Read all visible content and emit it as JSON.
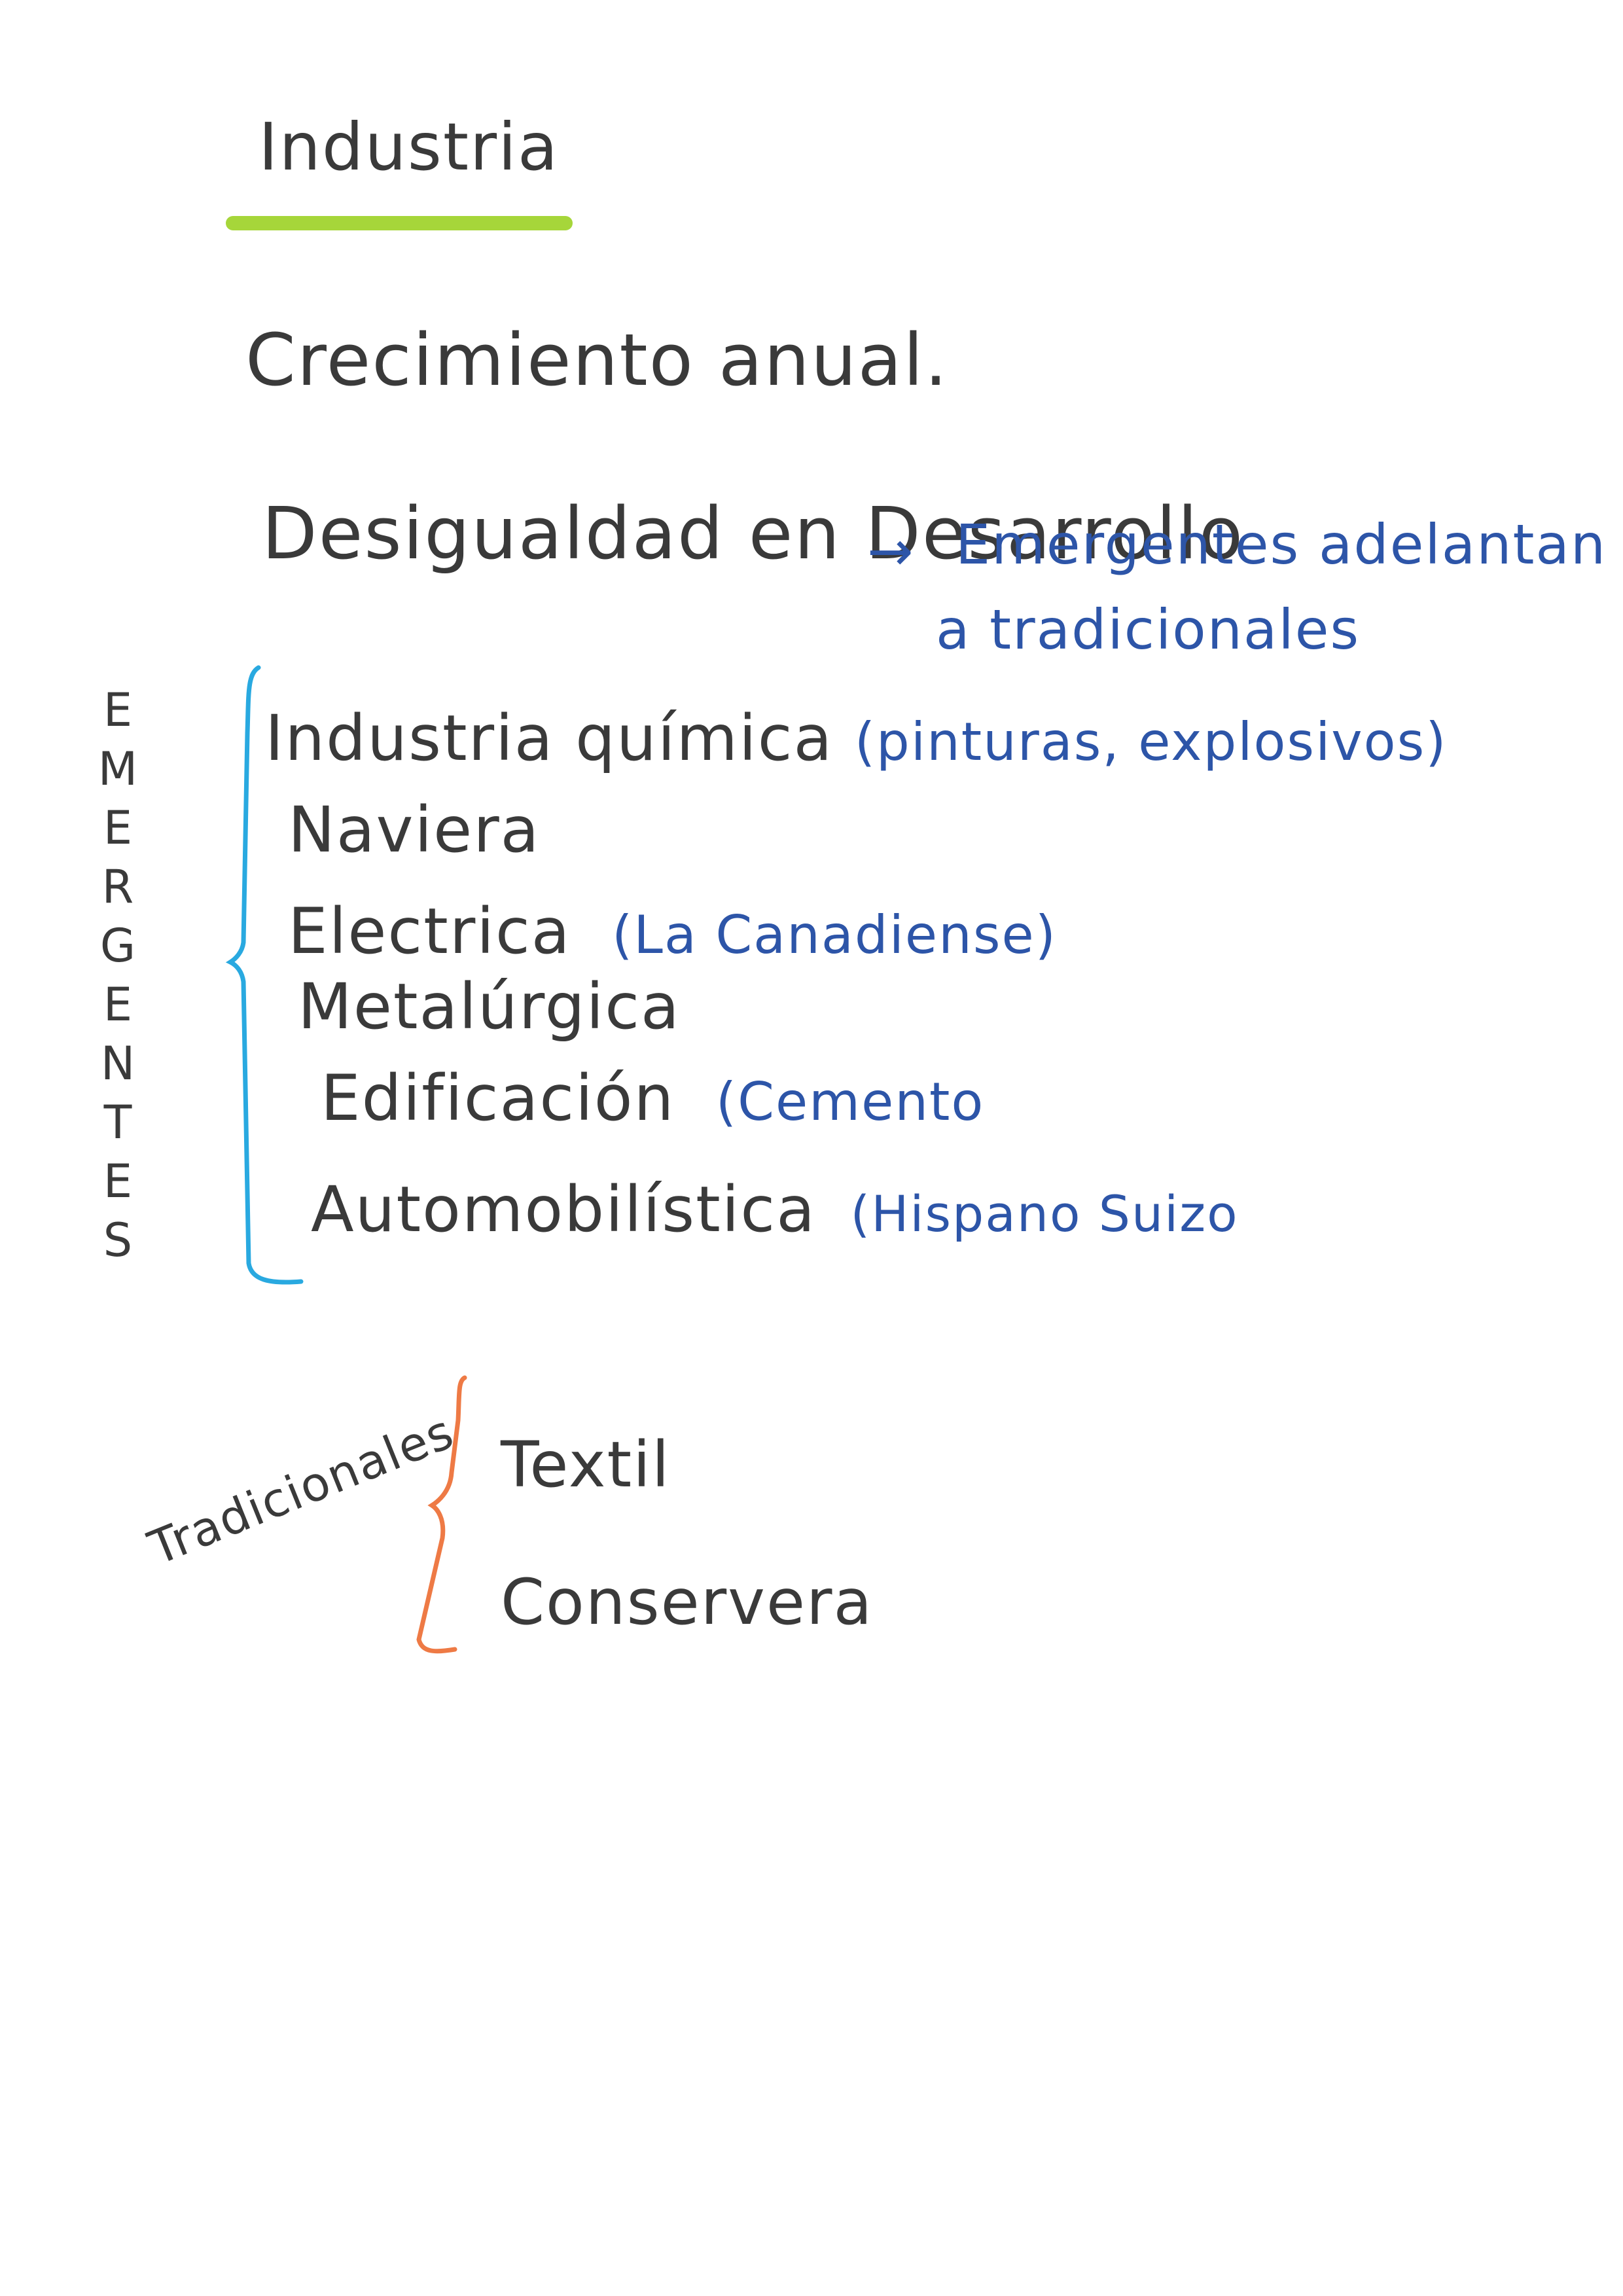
{
  "colors": {
    "ink_black": "#3a3a3a",
    "ink_blue": "#2d55a8",
    "highlight_green": "#a6d63a",
    "bracket_cyan": "#29a9e0",
    "bracket_orange": "#ee7a45"
  },
  "title": "Industria",
  "notes": {
    "line1": "Crecimiento anual.",
    "line2": "Desigualdad en Desarrollo",
    "arrow": "→",
    "line2_note_a": "Emergentes adelantan",
    "line2_note_b": "a tradicionales"
  },
  "emergentes": {
    "vertical_label": [
      "E",
      "M",
      "E",
      "R",
      "G",
      "E",
      "N",
      "T",
      "E",
      "S"
    ],
    "items": [
      {
        "label": "Industria química",
        "note": "(pinturas, explosivos)"
      },
      {
        "label": "Naviera",
        "note": ""
      },
      {
        "label": "Electrica",
        "note": "(La Canadiense)"
      },
      {
        "label": "Metalúrgica",
        "note": ""
      },
      {
        "label": "Edificación",
        "note": "(Cemento"
      },
      {
        "label": "Automobilística",
        "note": "(Hispano Suizo"
      }
    ]
  },
  "tradicionales": {
    "label": "Tradicionales",
    "items": [
      "Textil",
      "Conservera"
    ]
  }
}
